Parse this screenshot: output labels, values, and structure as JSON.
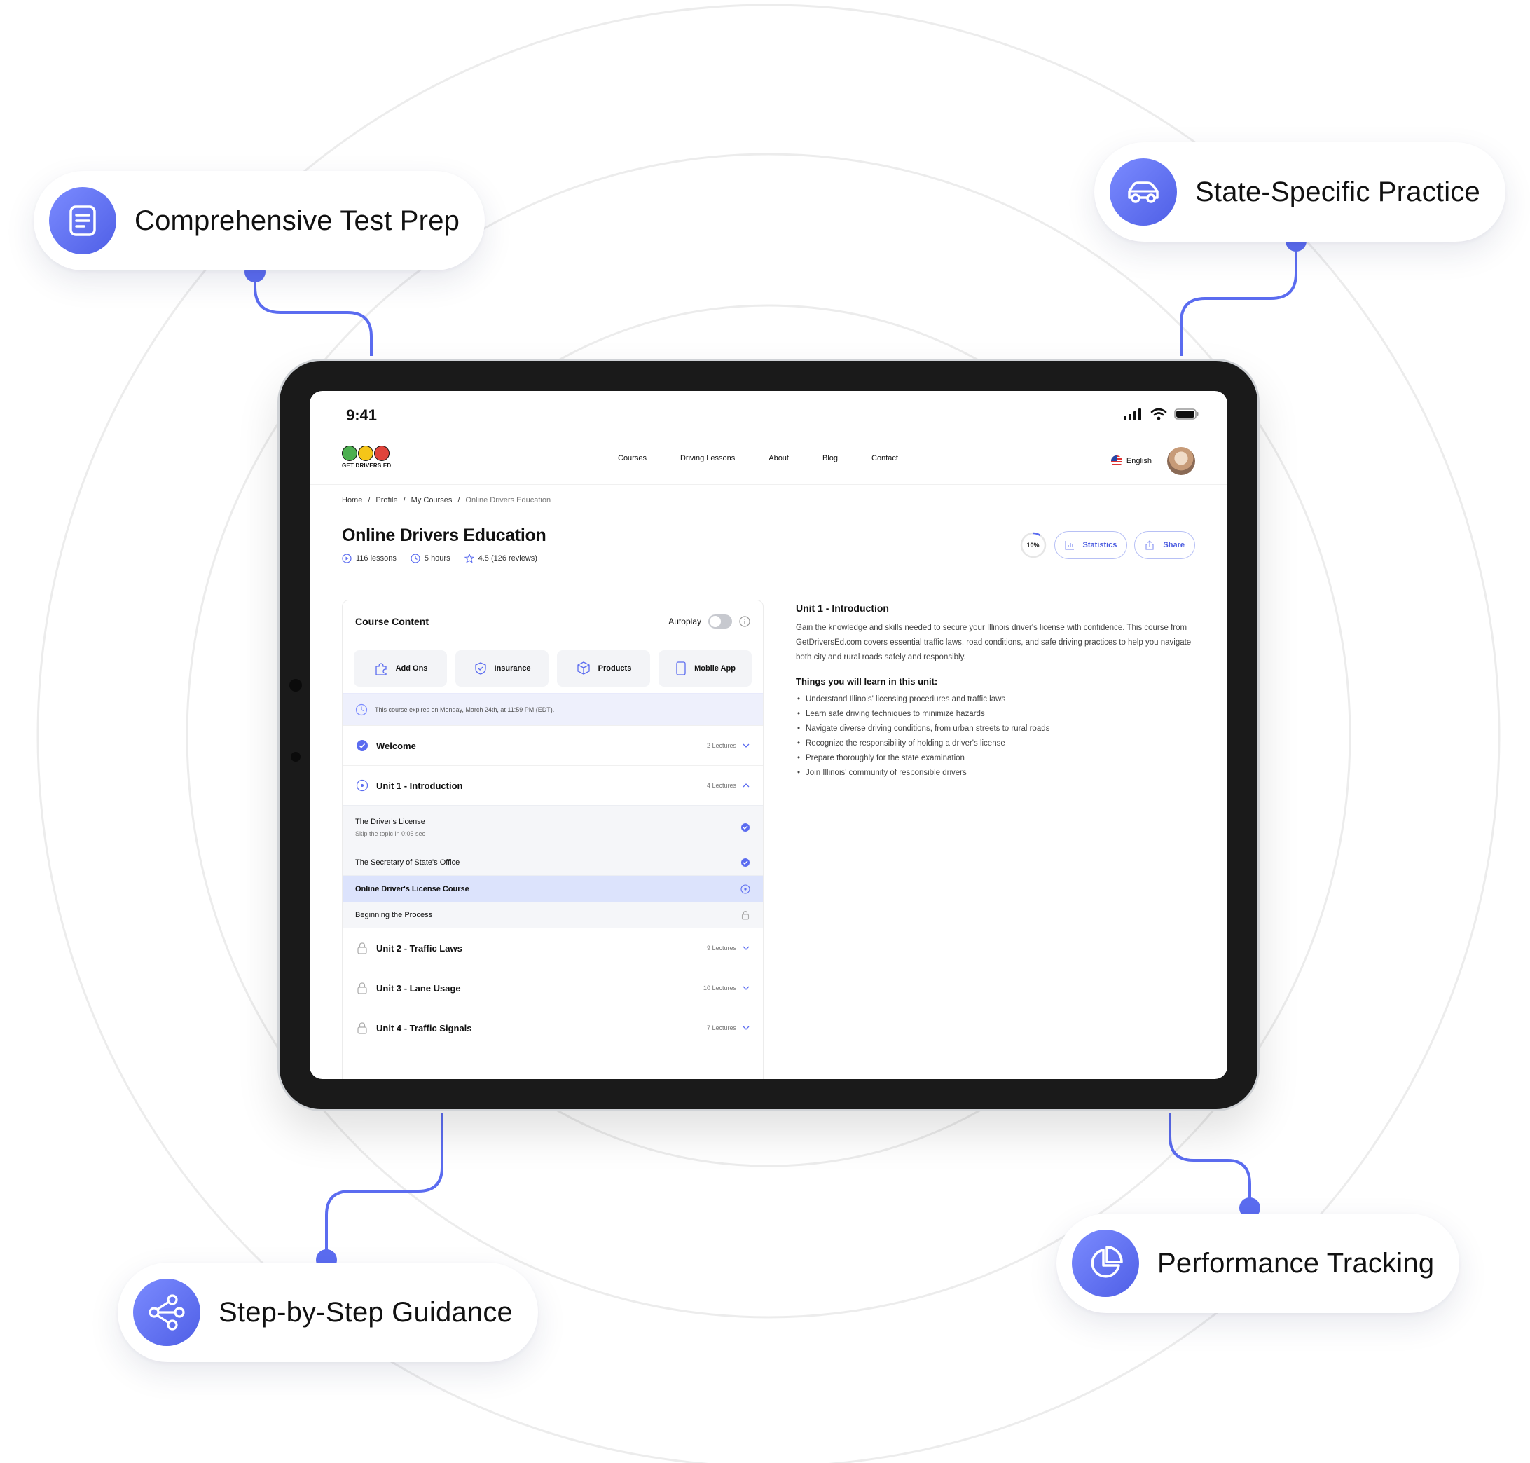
{
  "features": {
    "test_prep": "Comprehensive Test Prep",
    "state_practice": "State-Specific Practice",
    "guidance": "Step-by-Step Guidance",
    "tracking": "Performance Tracking"
  },
  "status_bar": {
    "time": "9:41"
  },
  "nav": {
    "logo_text": "GET DRIVERS ED",
    "links": [
      "Courses",
      "Driving Lessons",
      "About",
      "Blog",
      "Contact"
    ],
    "language": "English"
  },
  "breadcrumb": [
    "Home",
    "Profile",
    "My Courses",
    "Online Drivers Education"
  ],
  "course": {
    "title": "Online Drivers Education",
    "lessons": "116 lessons",
    "hours": "5 hours",
    "rating": "4.5 (126 reviews)",
    "progress_label": "10%",
    "progress_value": 0.1,
    "statistics_label": "Statistics",
    "share_label": "Share"
  },
  "panel": {
    "title": "Course Content",
    "autoplay_label": "Autoplay",
    "chips": [
      "Add Ons",
      "Insurance",
      "Products",
      "Mobile App"
    ],
    "expiry": "This course expires on Monday, March 24th, at 11:59 PM (EDT).",
    "sections": [
      {
        "title": "Welcome",
        "count": "2 Lectures"
      },
      {
        "title": "Unit 1 - Introduction",
        "count": "4 Lectures"
      },
      {
        "title": "Unit 2 - Traffic Laws",
        "count": "9 Lectures"
      },
      {
        "title": "Unit 3 - Lane Usage",
        "count": "10 Lectures"
      },
      {
        "title": "Unit 4 - Traffic Signals",
        "count": "7 Lectures"
      }
    ],
    "lessons": [
      {
        "title": "The Driver's License",
        "sub": "Skip the topic in 0:05 sec"
      },
      {
        "title": "The Secretary of State's Office"
      },
      {
        "title": "Online Driver's License Course"
      },
      {
        "title": "Beginning the Process"
      }
    ]
  },
  "description": {
    "title": "Unit 1 - Introduction",
    "body": "Gain the knowledge and skills needed to secure your Illinois driver's license with confidence. This course from GetDriversEd.com covers essential traffic laws, road conditions, and safe driving practices to help you navigate both city and rural roads safely and responsibly.",
    "learn_heading": "Things you will learn in this unit:",
    "points": [
      "Understand Illinois' licensing procedures and traffic laws",
      "Learn safe driving techniques to minimize hazards",
      "Navigate diverse driving conditions, from urban streets to rural roads",
      "Recognize the responsibility of holding a driver's license",
      "Prepare thoroughly for the state examination",
      "Join Illinois' community of responsible drivers"
    ]
  },
  "colors": {
    "accent": "#5b6cf0",
    "ring": "#ececec"
  }
}
